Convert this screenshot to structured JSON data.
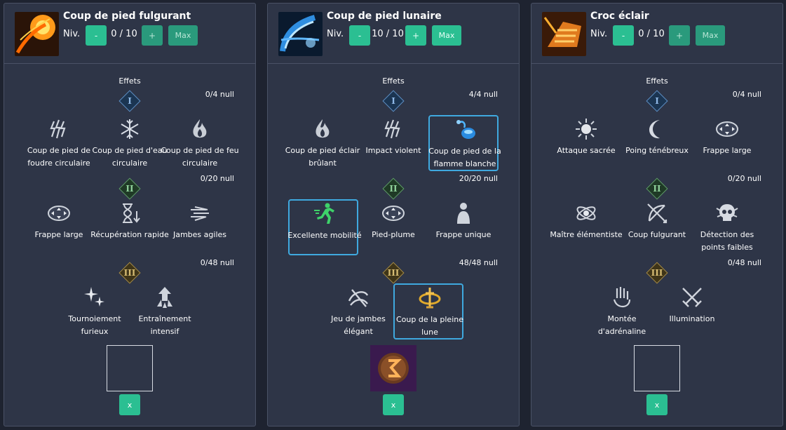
{
  "panels": [
    {
      "name": "Coup de pied fulgurant",
      "niv_label": "Niv.",
      "level": "0 / 10",
      "minus": "-",
      "plus": "+",
      "max": "Max",
      "effets": "Effets",
      "tiers": [
        {
          "numeral": "I",
          "count": "0/4 null",
          "tripods": [
            {
              "label": "Coup de pied de foudre circulaire",
              "icon": "lightning-claw-icon"
            },
            {
              "label": "Coup de pied d'eau circulaire",
              "icon": "snowflake-icon"
            },
            {
              "label": "Coup de pied de feu circulaire",
              "icon": "flame-icon"
            }
          ]
        },
        {
          "numeral": "II",
          "count": "0/20 null",
          "tripods": [
            {
              "label": "Frappe large",
              "icon": "arrows-oval-icon"
            },
            {
              "label": "Récupération rapide",
              "icon": "hourglass-icon"
            },
            {
              "label": "Jambes agiles",
              "icon": "speed-lines-icon"
            }
          ]
        },
        {
          "numeral": "III",
          "count": "0/48 null",
          "tripods": [
            {
              "label": "Tournoiement furieux",
              "icon": "sparkle-burst-icon"
            },
            {
              "label": "Entraînement intensif",
              "icon": "up-arrow-icon"
            }
          ]
        }
      ],
      "x_label": "x"
    },
    {
      "name": "Coup de pied lunaire",
      "niv_label": "Niv.",
      "level": "10 / 10",
      "minus": "-",
      "plus": "+",
      "max": "Max",
      "effets": "Effets",
      "tiers": [
        {
          "numeral": "I",
          "count": "4/4 null",
          "tripods": [
            {
              "label": "Coup de pied éclair brûlant",
              "icon": "flame-icon"
            },
            {
              "label": "Impact violent",
              "icon": "lightning-claw-icon"
            },
            {
              "label": "Coup de pied de la flamme blanche",
              "icon": "potion-icon",
              "selected": true
            }
          ]
        },
        {
          "numeral": "II",
          "count": "20/20 null",
          "tripods": [
            {
              "label": "Excellente mobilité",
              "icon": "running-figure-icon",
              "selected": true
            },
            {
              "label": "Pied-plume",
              "icon": "arrows-oval-icon"
            },
            {
              "label": "Frappe unique",
              "icon": "figure-icon"
            }
          ]
        },
        {
          "numeral": "III",
          "count": "48/48 null",
          "tripods": [
            {
              "label": "Jeu de jambes élégant",
              "icon": "swirl-icon"
            },
            {
              "label": "Coup de la pleine lune",
              "icon": "golden-sword-icon",
              "selected": true
            }
          ]
        }
      ],
      "x_label": "x"
    },
    {
      "name": "Croc éclair",
      "niv_label": "Niv.",
      "level": "0 / 10",
      "minus": "-",
      "plus": "+",
      "max": "Max",
      "effets": "Effets",
      "tiers": [
        {
          "numeral": "I",
          "count": "0/4 null",
          "tripods": [
            {
              "label": "Attaque sacrée",
              "icon": "sun-icon"
            },
            {
              "label": "Poing ténébreux",
              "icon": "crescent-moon-icon"
            },
            {
              "label": "Frappe large",
              "icon": "arrows-oval-icon"
            }
          ]
        },
        {
          "numeral": "II",
          "count": "0/20 null",
          "tripods": [
            {
              "label": "Maître élémentiste",
              "icon": "orb-rings-icon"
            },
            {
              "label": "Coup fulgurant",
              "icon": "bow-icon"
            },
            {
              "label": "Détection des points faibles",
              "icon": "skull-icon"
            }
          ]
        },
        {
          "numeral": "III",
          "count": "0/48 null",
          "tripods": [
            {
              "label": "Montée d'adrénaline",
              "icon": "hand-icon"
            },
            {
              "label": "Illumination",
              "icon": "crossed-swords-icon"
            }
          ]
        }
      ],
      "x_label": "x"
    }
  ],
  "colors": {
    "background": "#1e2330",
    "panel": "#2e3547",
    "border": "#4a5266",
    "button": "#2bbf92",
    "selected_border": "#3fa9df"
  }
}
